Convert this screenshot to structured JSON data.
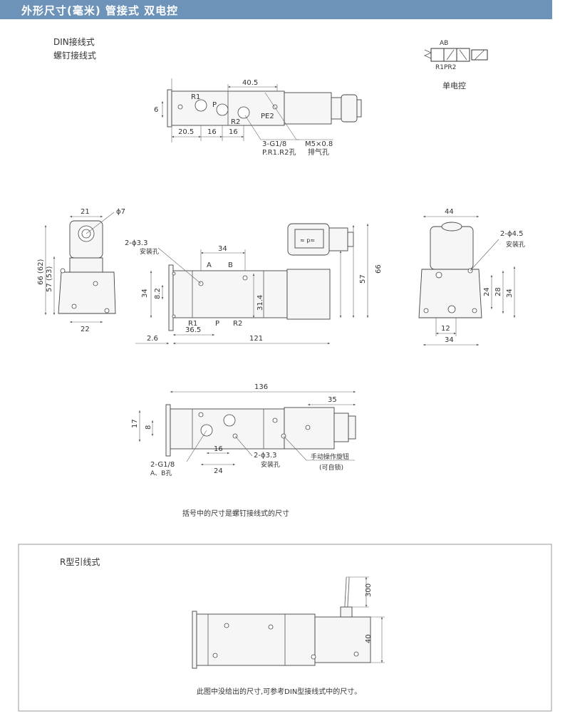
{
  "header": {
    "title": "外形尺寸(毫米)  管接式  双电控"
  },
  "top_view": {
    "label_din": "DIN接线式",
    "label_screw": "螺钉接线式",
    "dims": {
      "d40_5": "40.5",
      "d6": "6",
      "d20_5": "20.5",
      "d16a": "16",
      "d16b": "16"
    },
    "ports": {
      "r1": "R1",
      "p": "P",
      "r2": "R2",
      "pe2": "PE2"
    },
    "callouts": {
      "thread": "3-G1/8",
      "thread_ports": "P.R1.R2孔",
      "m5": "M5×0.8",
      "exhaust": "排气孔"
    }
  },
  "symbol": {
    "ab": "AB",
    "r1pr2": "R1PR2",
    "caption": "单电控"
  },
  "side_view": {
    "d21": "21",
    "phi7": "ϕ7",
    "d66": "66 (62)",
    "d57": "57 (53)",
    "d22": "22"
  },
  "front_view": {
    "holes": "2-ϕ3.3",
    "holes_label": "安装孔",
    "d34top": "34",
    "a": "A",
    "b": "B",
    "d34": "34",
    "d8_2": "8.2",
    "d31_4": "31.4",
    "r1": "R1",
    "p": "P",
    "r2": "R2",
    "d2_6": "2.6",
    "d36_5": "36.5",
    "d121": "121",
    "d57": "57",
    "d66": "66",
    "connector_text": "≈ p≈"
  },
  "end_view": {
    "d44": "44",
    "holes": "2-ϕ4.5",
    "holes_label": "安装孔",
    "d24": "24",
    "d28": "28",
    "d34v": "34",
    "d12": "12",
    "d34h": "34"
  },
  "bottom_view": {
    "d136": "136",
    "d35": "35",
    "d17": "17",
    "d8": "8",
    "d16": "16",
    "d24": "24",
    "thread": "2-G1/8",
    "thread_ports": "A、B孔",
    "holes": "2-ϕ3.3",
    "holes_label": "安装孔",
    "manual": "手动操作旋钮",
    "lockable": "(可自锁)"
  },
  "note_bracket": "括号中的尺寸是螺钉接线式的尺寸",
  "r_type": {
    "title": "R型引线式",
    "d300": "300",
    "d40": "40",
    "note": "此图中没给出的尺寸,可参考DIN型接线式中的尺寸。"
  }
}
